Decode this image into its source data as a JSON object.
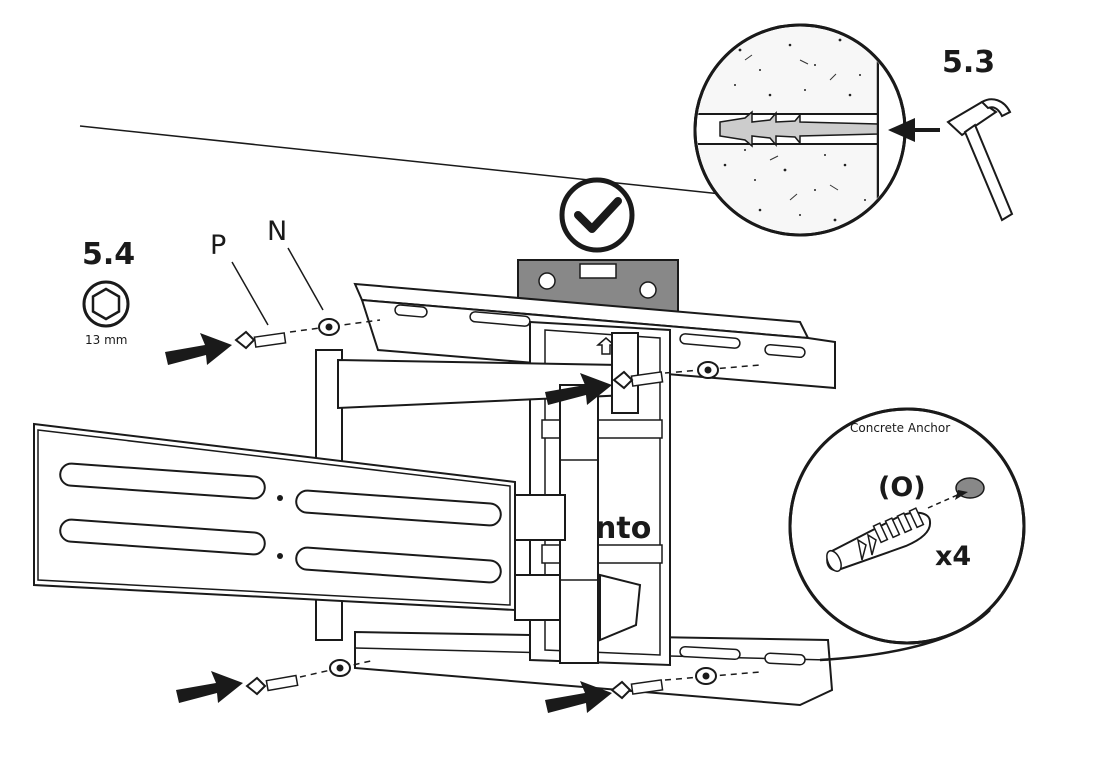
{
  "step_main": "5.4",
  "step_inset": "5.3",
  "hex_size": "13 mm",
  "label_p": "P",
  "label_n": "N",
  "anchor_title": "Concrete Anchor",
  "anchor_code": "(O)",
  "anchor_qty": "x4",
  "brand_partial": "nto",
  "icons": [
    "check-circle-icon",
    "hex-socket-icon",
    "hammer-icon",
    "arrow-icon",
    "bubble-level-icon"
  ],
  "colors": {
    "line": "#1a1a1a",
    "fill_light": "#eeeeee",
    "fill_mid": "#cccccc",
    "level": "#888888"
  }
}
